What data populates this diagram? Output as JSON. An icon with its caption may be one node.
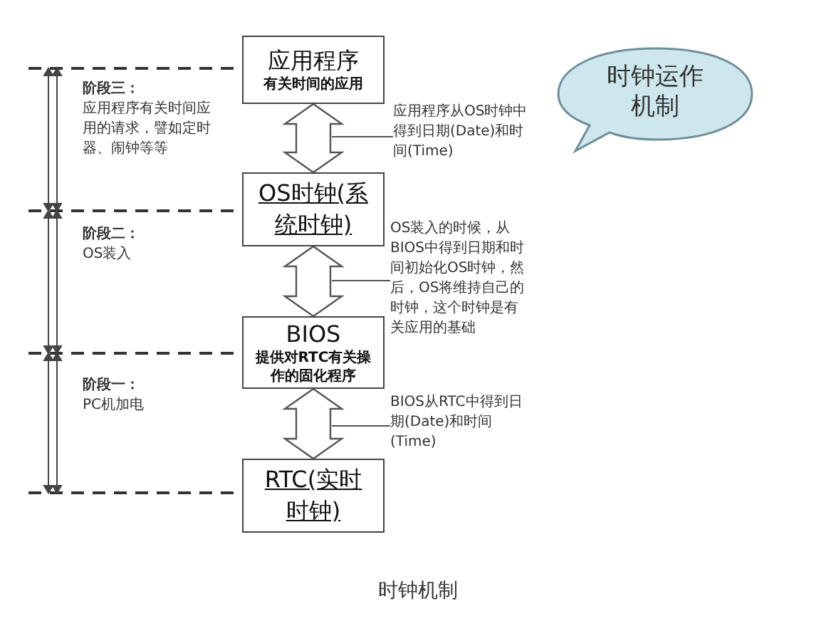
{
  "diagram": {
    "caption": "时钟机制",
    "nodes": [
      {
        "text": [
          "应用程序",
          "有关时间的应用"
        ]
      },
      {
        "text": [
          "OS时钟(系统时钟)"
        ]
      },
      {
        "text": [
          "BIOS",
          "提供对RTC有关操作的固化程序"
        ]
      },
      {
        "text": [
          "RTC(实时时钟)"
        ]
      },
      {
        "text": [
          "时钟运作机制"
        ]
      },
      {
        "text": [
          "应用程序从OS时钟中得到日期(Date)和时间(Time)"
        ]
      },
      {
        "text": [
          "OS装入的时候，从BIOS中得到日期和时间初始化OS时钟，然后，OS将维持自己的时钟，这个时钟是有关应用的基础"
        ]
      },
      {
        "text": [
          "BIOS从RTC中得到日期(Date)和时间(Time)"
        ]
      }
    ],
    "edges": [
      {
        "from": 0,
        "to": 1,
        "arrow": "both"
      },
      {
        "from": 1,
        "to": 2,
        "arrow": "both"
      },
      {
        "from": 2,
        "to": 3,
        "arrow": "both"
      },
      {
        "from": 5,
        "to": null,
        "arrow": "none"
      },
      {
        "from": 6,
        "to": null,
        "arrow": "none"
      },
      {
        "from": 7,
        "to": null,
        "arrow": "none"
      }
    ],
    "labels": [
      "阶段三：",
      "应用程序有关时间应用的请求，譬如定时器、闹钟等等",
      "阶段二：",
      "OS装入",
      "阶段一：",
      "PC机加电"
    ]
  }
}
